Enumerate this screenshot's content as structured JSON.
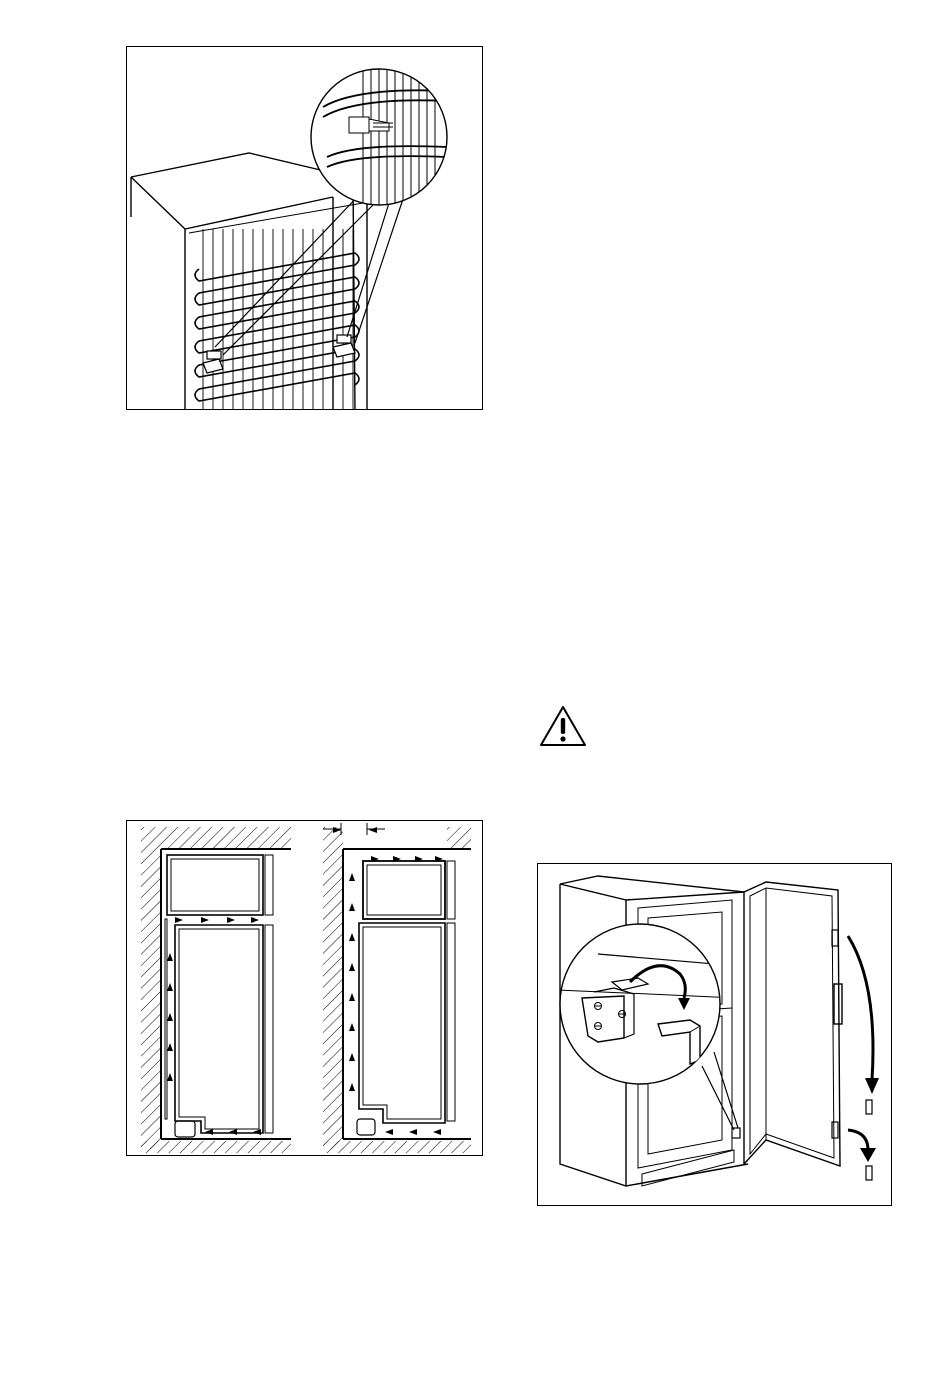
{
  "figures": [
    {
      "id": "fig-condenser-spacers",
      "labels": []
    },
    {
      "id": "fig-ventilation",
      "labels": []
    },
    {
      "id": "fig-door-hinge",
      "labels": []
    }
  ],
  "warning": {
    "icon": "warning-triangle-icon"
  }
}
